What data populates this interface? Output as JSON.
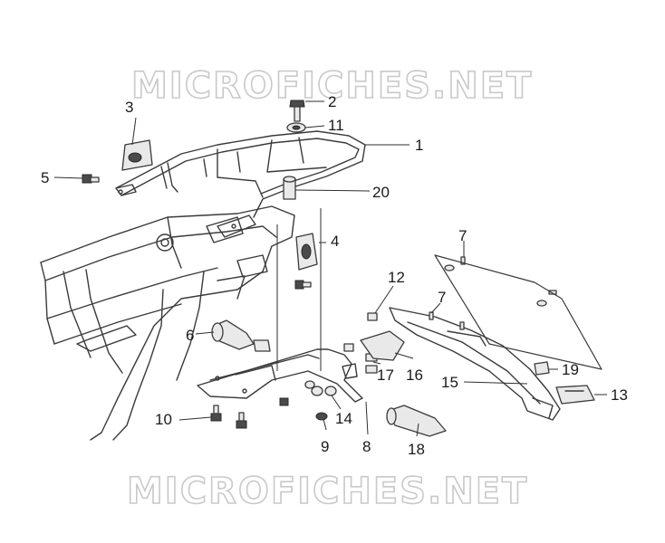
{
  "watermarks": [
    "MICROFICHES.NET",
    "MICROFICHES.NET"
  ],
  "callouts": {
    "c1": "1",
    "c2": "2",
    "c3": "3",
    "c4": "4",
    "c5": "5",
    "c6": "6",
    "c7a": "7",
    "c7b": "7",
    "c8": "8",
    "c9": "9",
    "c10": "10",
    "c11": "11",
    "c12": "12",
    "c13": "13",
    "c14": "14",
    "c15": "15",
    "c16": "16",
    "c17": "17",
    "c18": "18",
    "c19": "19",
    "c20": "20"
  }
}
